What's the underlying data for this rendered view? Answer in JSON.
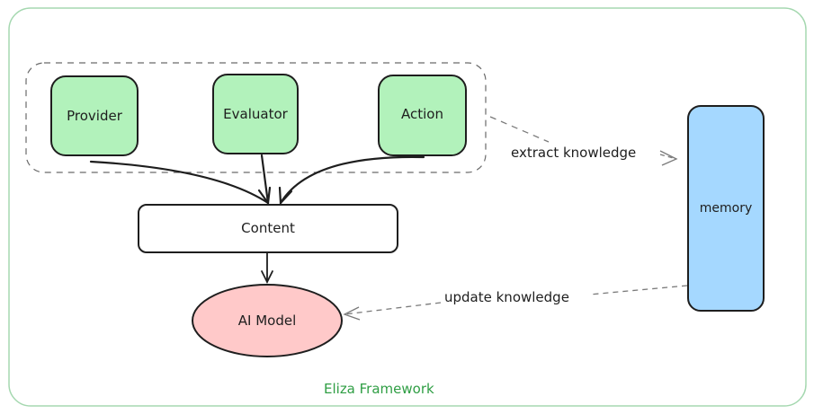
{
  "diagram": {
    "frame": {
      "title": "Eliza Framework",
      "border_color": "#a5d8b0",
      "title_color": "#2f9e44"
    },
    "group": {
      "name": "plugin-components",
      "border_color": "#555555"
    },
    "nodes": {
      "provider": {
        "label": "Provider",
        "fill": "#b2f2bb"
      },
      "evaluator": {
        "label": "Evaluator",
        "fill": "#b2f2bb"
      },
      "action": {
        "label": "Action",
        "fill": "#b2f2bb"
      },
      "content": {
        "label": "Content",
        "fill": "#ffffff"
      },
      "ai_model": {
        "label": "AI Model",
        "fill": "#ffc9c9"
      },
      "memory": {
        "label": "memory",
        "fill": "#a5d8ff"
      }
    },
    "edges": {
      "extract": {
        "label": "extract knowledge",
        "from": "plugin-components",
        "to": "memory",
        "style": "dashed"
      },
      "update": {
        "label": "update knowledge",
        "from": "memory",
        "to": "AI Model",
        "style": "dashed"
      },
      "provider_content": {
        "from": "Provider",
        "to": "Content",
        "style": "solid"
      },
      "evaluator_content": {
        "from": "Evaluator",
        "to": "Content",
        "style": "solid"
      },
      "action_content": {
        "from": "Action",
        "to": "Content",
        "style": "solid"
      },
      "content_model": {
        "from": "Content",
        "to": "AI Model",
        "style": "solid"
      }
    }
  }
}
